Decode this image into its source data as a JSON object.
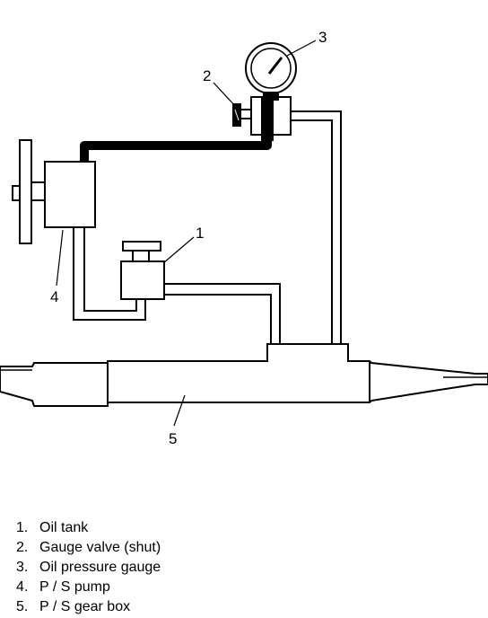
{
  "diagram": {
    "callouts": [
      "1",
      "2",
      "3",
      "4",
      "5"
    ]
  },
  "legend": {
    "items": [
      {
        "number": "1.",
        "label": "Oil tank"
      },
      {
        "number": "2.",
        "label": "Gauge valve (shut)"
      },
      {
        "number": "3.",
        "label": "Oil pressure gauge"
      },
      {
        "number": "4.",
        "label": "P / S pump"
      },
      {
        "number": "5.",
        "label": "P / S gear box"
      }
    ]
  },
  "colors": {
    "line": "#000000",
    "background": "#ffffff"
  }
}
